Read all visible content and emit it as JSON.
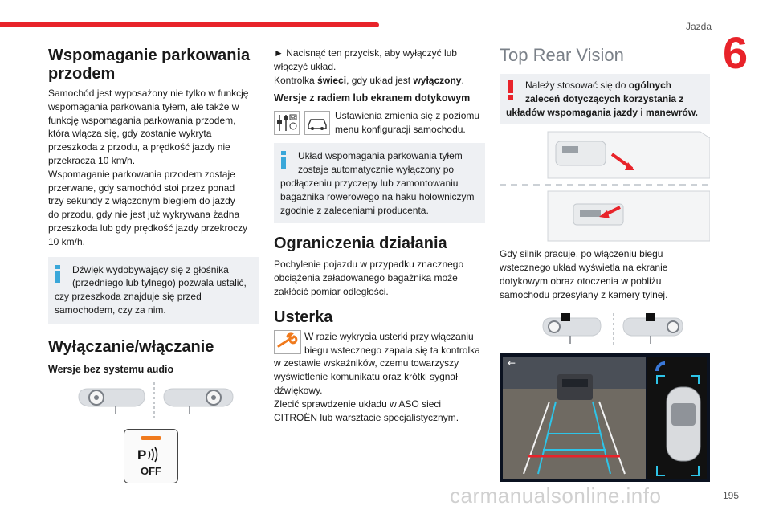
{
  "header": {
    "section": "Jazda",
    "chapter": "6",
    "page_number": "195",
    "watermark": "carmanualsonline.info"
  },
  "col1": {
    "title": "Wspomaganie parkowania przodem",
    "intro_lines": [
      "Samochód jest wyposażony nie tylko w funkcję",
      "wspomagania parkowania tyłem, ale także w",
      "funkcję wspomagania parkowania przodem,",
      "która włącza się, gdy zostanie wykryta",
      "przeszkoda z przodu, a prędkość jazdy nie",
      "przekracza 10 km/h.",
      "Wspomaganie parkowania przodem zostaje",
      "przerwane, gdy samochód stoi przez ponad",
      "trzy sekundy z włączonym biegiem do jazdy",
      "do przodu, gdy nie jest już wykrywana żadna",
      "przeszkoda lub gdy prędkość jazdy przekroczy",
      "10 km/h."
    ],
    "info_lines": [
      "Dźwięk wydobywający się z głośnika",
      "(przedniego lub tylnego) pozwala ustalić,",
      "czy przeszkoda znajduje się przed",
      "samochodem, czy za nim."
    ],
    "subtitle": "Wyłączanie/włączanie",
    "version_label": "Wersje bez systemu audio",
    "button_text": "OFF"
  },
  "col2": {
    "line1": "► Nacisnąć ten przycisk, aby wyłączyć lub",
    "line2": "włączyć układ.",
    "line3_pre": "Kontrolka ",
    "line3_b1": "świeci",
    "line3_mid": ", gdy układ jest ",
    "line3_b2": "wyłączony",
    "line3_end": ".",
    "touch_label": "Wersje z radiem lub ekranem dotykowym",
    "touch_text_l1": "Ustawienia zmienia się z poziomu",
    "touch_text_l2": "menu konfiguracji samochodu.",
    "info_lines": [
      "Układ wspomagania parkowania tyłem",
      "zostaje automatycznie wyłączony po",
      "podłączeniu przyczepy lub zamontowaniu",
      "bagażnika rowerowego na haku holowniczym",
      "zgodnie z zaleceniami producenta."
    ],
    "limits_title": "Ograniczenia działania",
    "limits_lines": [
      "Pochylenie pojazdu w przypadku znacznego",
      "obciążenia załadowanego bagażnika może",
      "zakłócić pomiar odległości."
    ],
    "faults_title": "Usterka",
    "faults_l1": "W razie wykrycia usterki przy włączaniu",
    "faults_l2": "biegu wstecznego zapala się ta kontrolka",
    "faults_rest": [
      "w zestawie wskaźników, czemu towarzyszy",
      "wyświetlenie komunikatu oraz krótki sygnał",
      "dźwiękowy.",
      "Zlecić sprawdzenie układu w ASO sieci",
      "CITROËN lub warsztacie specjalistycznym."
    ]
  },
  "col3": {
    "title": "Top Rear Vision",
    "warn_l1_pre": "Należy stosować się do ",
    "warn_l1_b": "ogólnych",
    "warn_l2": "zaleceń dotyczących korzystania z",
    "warn_l3": "układów wspomagania jazdy i manewrów.",
    "body_lines": [
      "Gdy silnik pracuje, po włączeniu biegu",
      "wstecznego układ wyświetla na ekranie",
      "dotykowym obraz otoczenia w pobliżu",
      "samochodu przesyłany z kamery tylnej."
    ]
  },
  "colors": {
    "accent": "#e8232a",
    "box_bg": "#eef0f3",
    "info_icon": "#3aa7d9",
    "screen_bg": "#0b1220"
  }
}
